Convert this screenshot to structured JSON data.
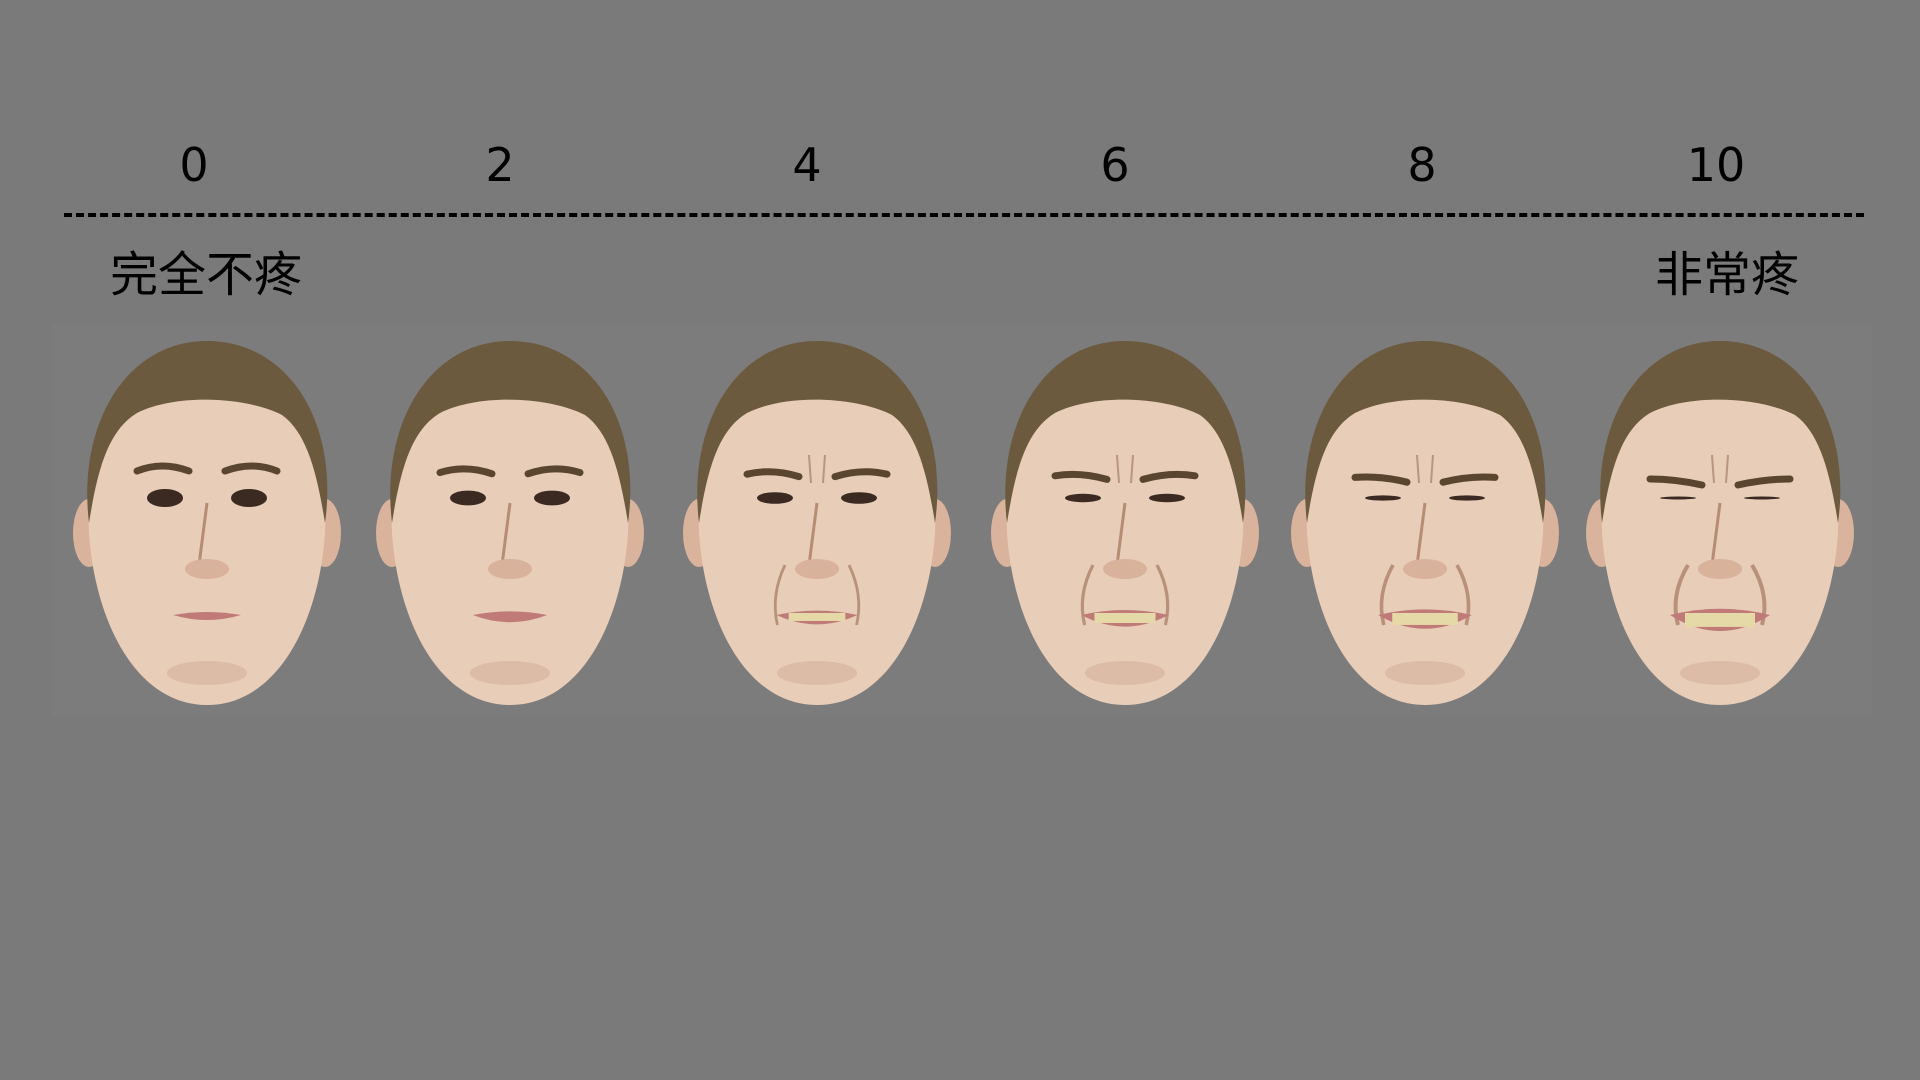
{
  "scale": {
    "ticks": [
      "0",
      "2",
      "4",
      "6",
      "8",
      "10"
    ],
    "left_anchor": "完全不疼",
    "right_anchor": "非常疼"
  },
  "faces": [
    {
      "level": 0,
      "icon": "face-pain-0-icon"
    },
    {
      "level": 2,
      "icon": "face-pain-2-icon"
    },
    {
      "level": 4,
      "icon": "face-pain-4-icon"
    },
    {
      "level": 6,
      "icon": "face-pain-6-icon"
    },
    {
      "level": 8,
      "icon": "face-pain-8-icon"
    },
    {
      "level": 10,
      "icon": "face-pain-10-icon"
    }
  ],
  "colors": {
    "background": "#7a7a7a",
    "text": "#000000",
    "skin": "#e8cdb8",
    "hair": "#6b5a3e"
  }
}
